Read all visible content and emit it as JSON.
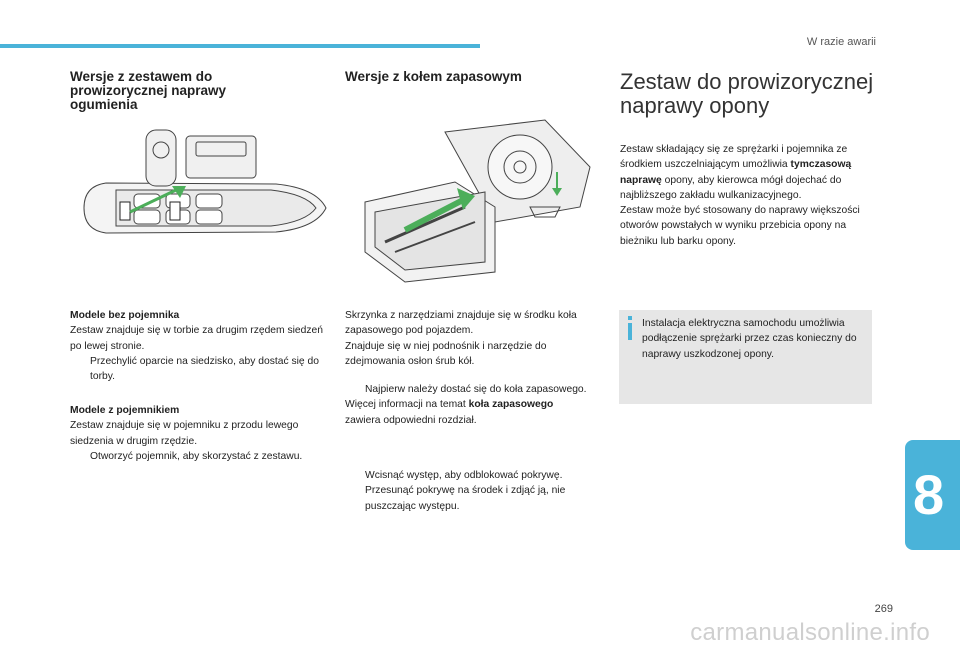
{
  "header": {
    "section": "W razie awarii"
  },
  "col1": {
    "heading": "Wersje z zestawem do prowizorycznej naprawy ogumienia",
    "block1_title": "Modele bez pojemnika",
    "block1_text": "Zestaw znajduje się w torbie za drugim rzędem siedzeń po lewej stronie.",
    "block1_bullet": "Przechylić oparcie na siedzisko, aby dostać się do torby.",
    "block2_title": "Modele z pojemnikiem",
    "block2_text": "Zestaw znajduje się w pojemniku z przodu lewego siedzenia w drugim rzędzie.",
    "block2_bullet": "Otworzyć pojemnik, aby skorzystać z zestawu."
  },
  "col2": {
    "heading": "Wersje z kołem zapasowym",
    "text1": "Skrzynka z narzędziami znajduje się w środku koła zapasowego pod pojazdem.",
    "text2": "Znajduje się w niej podnośnik i narzędzie do zdejmowania osłon śrub kół.",
    "bullet1": "Najpierw należy dostać się do koła zapasowego.",
    "more_pre": "Więcej informacji na temat ",
    "more_bold": "koła zapasowego",
    "more_post": "zawiera odpowiedni rozdział.",
    "bullet2": "Wcisnąć występ, aby odblokować pokrywę.",
    "bullet3": "Przesunąć pokrywę na środek i zdjąć ją, nie puszczając występu."
  },
  "col3": {
    "title": "Zestaw do prowizorycznej naprawy opony",
    "para_pre": "Zestaw składający się ze sprężarki i pojemnika ze środkiem uszczelniającym umożliwia",
    "para_bold": "tymczasową naprawę",
    "para_post": " opony, aby kierowca mógł dojechać do najbliższego zakładu wulkanizacyjnego.",
    "para2": "Zestaw może być stosowany do naprawy większości otworów powstałych w wyniku przebicia opony na bieżniku lub barku opony.",
    "info": "Instalacja elektryczna samochodu umożliwia podłączenie sprężarki przez czas konieczny do naprawy uszkodzonej opony."
  },
  "bullet_glyph": "",
  "chapter_number": "8",
  "page_number": "269",
  "watermark": "carmanualsonline.info",
  "colors": {
    "accent": "#4ab3d9",
    "info_bg": "#e6e6e6",
    "arrow_green": "#4cae5a"
  }
}
